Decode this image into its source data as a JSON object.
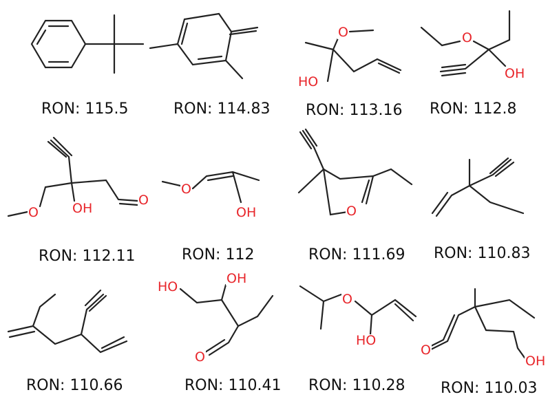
{
  "molecules": [
    {
      "label": "RON: 115.5"
    },
    {
      "label": "RON: 114.83"
    },
    {
      "label": "RON: 113.16",
      "atoms": [
        "O",
        "HO"
      ]
    },
    {
      "label": "RON: 112.8",
      "atoms": [
        "O",
        "OH"
      ]
    },
    {
      "label": "RON: 112.11",
      "atoms": [
        "O",
        "OH",
        "O"
      ]
    },
    {
      "label": "RON: 112",
      "atoms": [
        "O",
        "OH"
      ]
    },
    {
      "label": "RON: 111.69",
      "atoms": [
        "O"
      ]
    },
    {
      "label": "RON: 110.83"
    },
    {
      "label": "RON: 110.66"
    },
    {
      "label": "RON: 110.41",
      "atoms": [
        "HO",
        "OH",
        "O"
      ]
    },
    {
      "label": "RON: 110.28",
      "atoms": [
        "O",
        "HO"
      ]
    },
    {
      "label": "RON: 110.03",
      "atoms": [
        "O",
        "OH"
      ]
    }
  ]
}
